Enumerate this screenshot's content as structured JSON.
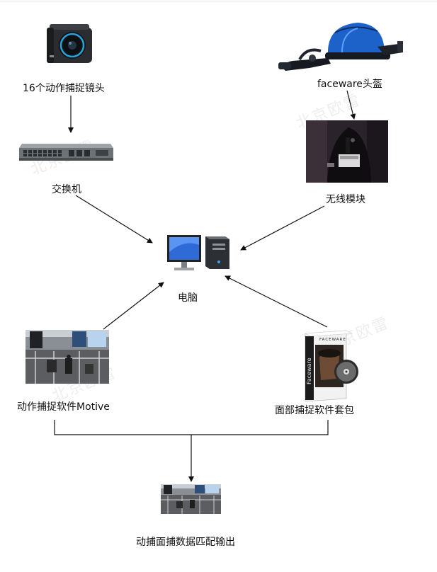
{
  "labels": {
    "camera": "16个动作捕捉镜头",
    "switch": "交换机",
    "helmet": "faceware头盔",
    "wireless": "无线模块",
    "computer": "电脑",
    "motive": "动作捕捉软件Motive",
    "faceware_suite": "面部捕捉软件套包",
    "output": "动捕面捕数据匹配输出"
  },
  "watermark": "北京欧雷",
  "box_brand": "FACEWARE",
  "box_side_text": "Faceware"
}
